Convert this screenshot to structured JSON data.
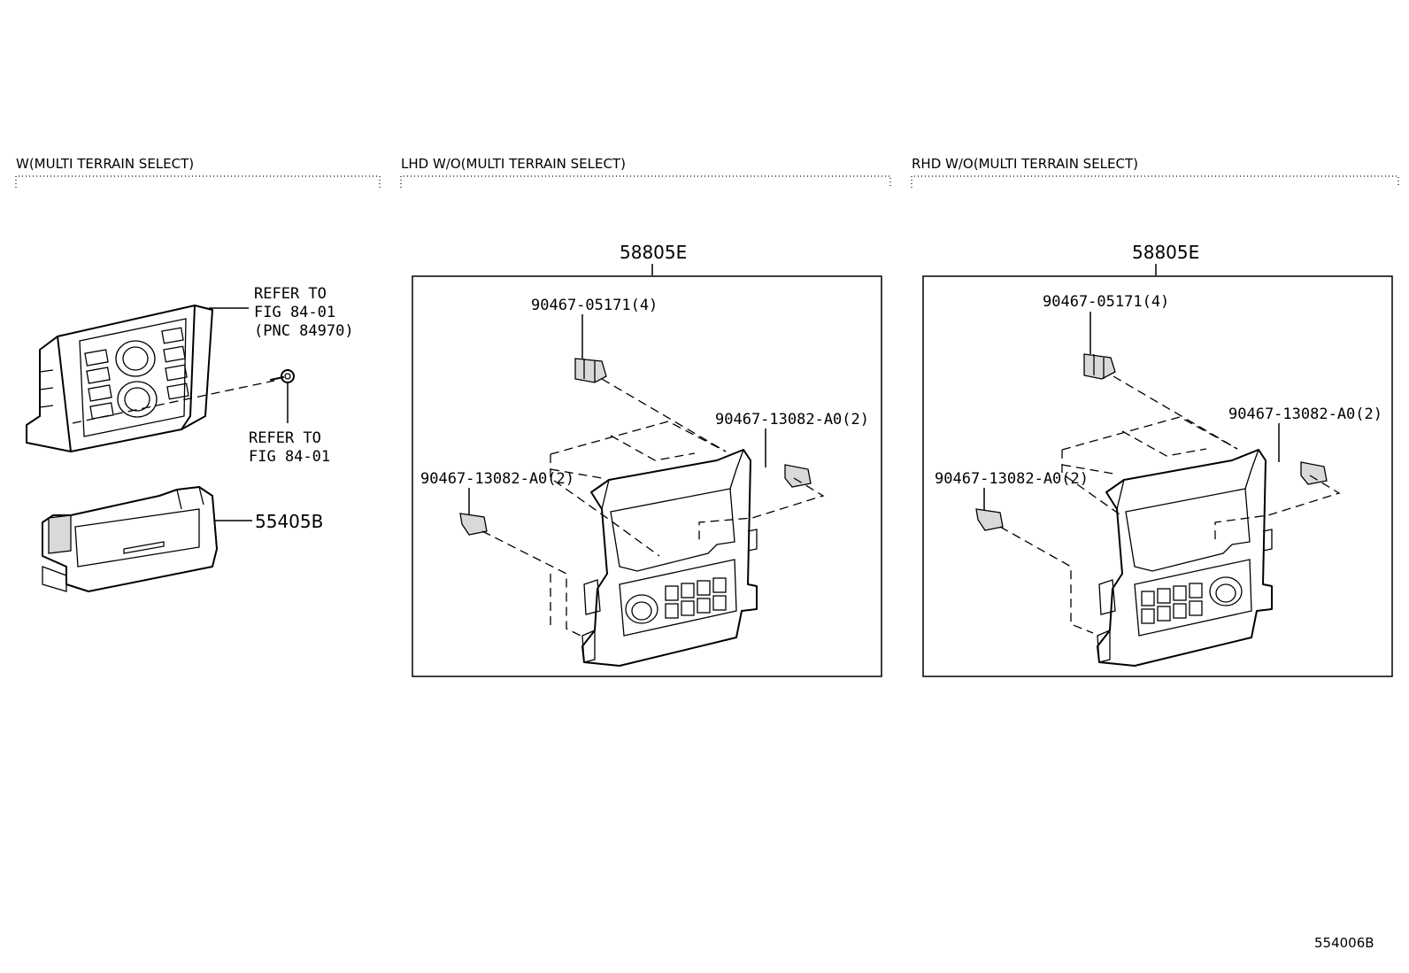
{
  "sections": [
    {
      "id": "with-mts",
      "heading": "W(MULTI TERRAIN SELECT)"
    },
    {
      "id": "lhd-without-mts",
      "heading": "LHD W/O(MULTI TERRAIN SELECT)"
    },
    {
      "id": "rhd-without-mts",
      "heading": "RHD W/O(MULTI TERRAIN SELECT)"
    }
  ],
  "left_panel": {
    "refer_a": [
      "REFER TO",
      "FIG 84-01",
      "(PNC 84970)"
    ],
    "refer_b": [
      "REFER TO",
      "FIG 84-01"
    ],
    "part_55405B": "55405B"
  },
  "lhd_panel": {
    "part_main": "58805E",
    "clip_top": "90467-05171(4)",
    "clip_right": "90467-13082-A0(2)",
    "clip_left": "90467-13082-A0(2)"
  },
  "rhd_panel": {
    "part_main": "58805E",
    "clip_top": "90467-05171(4)",
    "clip_right": "90467-13082-A0(2)",
    "clip_left": "90467-13082-A0(2)"
  },
  "figure_id": "554006B"
}
